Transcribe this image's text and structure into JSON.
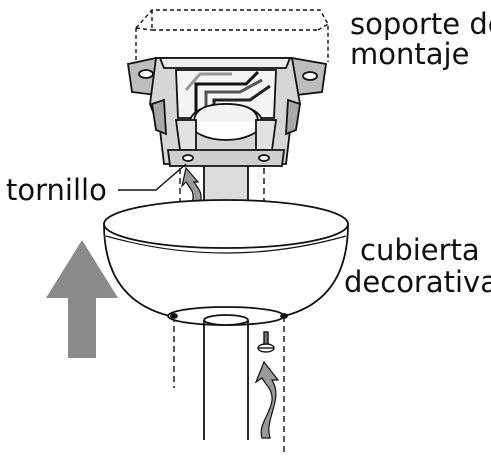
{
  "labels": {
    "mounting_bracket": [
      "soporte de",
      "montaje"
    ],
    "screw": "tornillo",
    "canopy": [
      "cubierta",
      "decorativa"
    ]
  },
  "colors": {
    "ink": "#111111",
    "fill_light": "#e8e8e8",
    "fill_mid": "#c4c4c4",
    "fill_dark": "#9a9a9a",
    "arrow": "#8a8a8a"
  }
}
